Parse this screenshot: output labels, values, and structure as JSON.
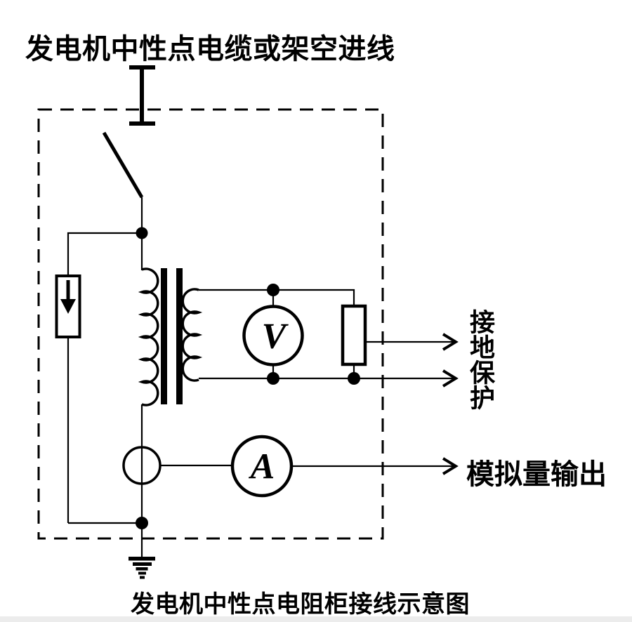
{
  "colors": {
    "ink": "#000000",
    "background": "#ffffff",
    "bottom_strip": "#ececec"
  },
  "titles": {
    "top": "发电机中性点电缆或架空进线",
    "bottom": "发电机中性点电阻柜接线示意图"
  },
  "outputs": {
    "ground_protection": "接地保护",
    "analog_output": "模拟量输出"
  },
  "meters": {
    "voltmeter_label": "V",
    "ammeter_label": "A"
  },
  "symbols": [
    "cable-termination-symbol",
    "disconnect-switch-symbol",
    "surge-arrester-symbol",
    "transformer-symbol",
    "voltmeter-symbol",
    "resistor-symbol",
    "current-transformer-symbol",
    "ammeter-symbol",
    "earth-ground-symbol",
    "cabinet-dashed-boundary",
    "junction-dot",
    "output-arrow"
  ]
}
